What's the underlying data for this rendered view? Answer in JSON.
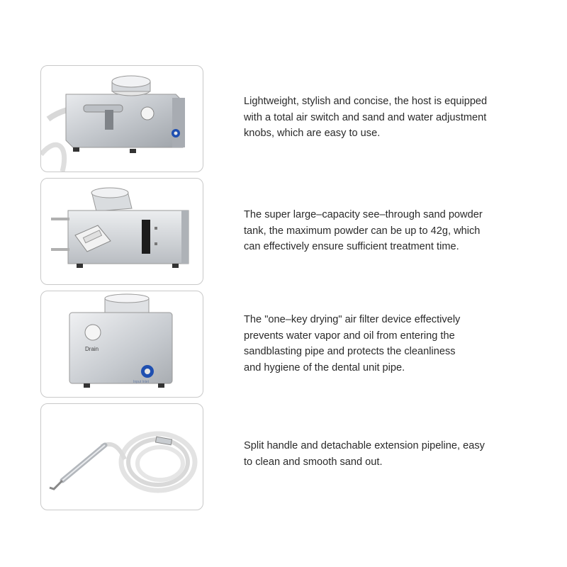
{
  "features": [
    {
      "lines": [
        "Lightweight, stylish and concise, the host is equipped",
        "with a total air switch and sand and water adjustment",
        "knobs, which are easy to use."
      ]
    },
    {
      "lines": [
        "The super large–capacity see–through sand powder",
        "tank, the maximum powder can be up to 42g, which",
        "can effectively ensure sufficient treatment time."
      ]
    },
    {
      "lines": [
        "The \"one–key drying\" air filter device effectively",
        "prevents water vapor and oil from entering the",
        "sandblasting pipe and protects the cleanliness",
        "and hygiene of the dental unit pipe."
      ],
      "image_label": "Drain",
      "image_label_small": "Input  Inlet"
    },
    {
      "lines": [
        "Split handle and detachable extension pipeline, easy",
        "to clean and smooth sand out."
      ]
    }
  ]
}
